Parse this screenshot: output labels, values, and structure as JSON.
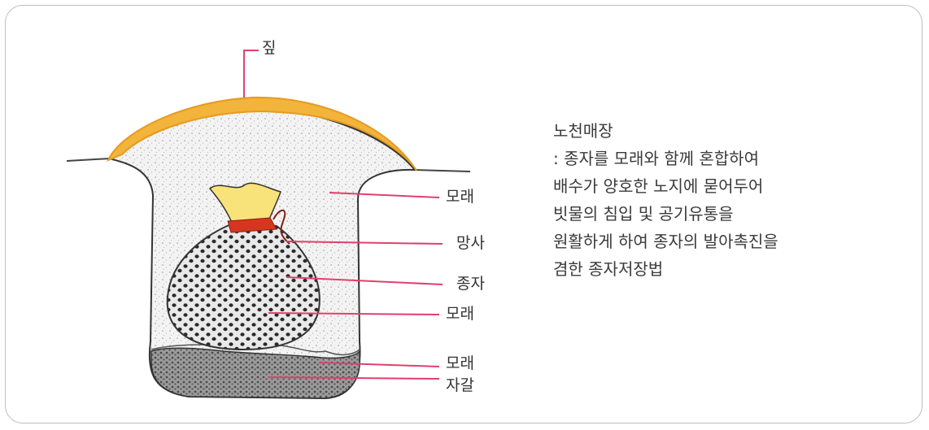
{
  "diagram": {
    "labels": {
      "straw": "짚",
      "sand_top": "모래",
      "mesh": "망사",
      "seed": "종자",
      "sand_mid": "모래",
      "sand_bottom": "모래",
      "gravel": "자갈"
    },
    "colors": {
      "straw": "#f2b43a",
      "sand_fill": "#f1f1f1",
      "bag_neck": "#f8e37a",
      "tie": "#d6361f",
      "leader": "#e23f6c",
      "outline": "#333333"
    }
  },
  "description": {
    "title": "노천매장",
    "lines": [
      ": 종자를 모래와 함께 혼합하여",
      "배수가 양호한 노지에 묻어두어",
      "빗물의 침입 및 공기유통을",
      "원활하게 하여 종자의 발아촉진을",
      "겸한 종자저장법"
    ]
  }
}
